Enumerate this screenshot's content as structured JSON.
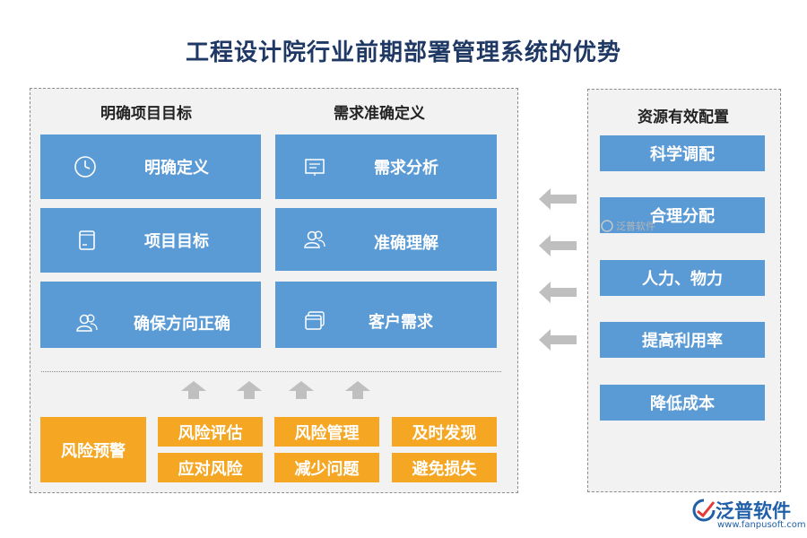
{
  "title": "工程设计院行业前期部署管理系统的优势",
  "left": {
    "col1_head": "明确项目目标",
    "col2_head": "需求准确定义",
    "col1_items": [
      {
        "label": "明确定义",
        "icon": "clock-icon"
      },
      {
        "label": "项目目标",
        "icon": "document-icon"
      },
      {
        "label": "确保方向正确",
        "icon": "users-icon"
      }
    ],
    "col2_items": [
      {
        "label": "需求分析",
        "icon": "presentation-icon"
      },
      {
        "label": "准确理解",
        "icon": "users-icon"
      },
      {
        "label": "客户需求",
        "icon": "window-icon"
      }
    ],
    "risk": {
      "main": "风险预警",
      "grid": [
        "风险评估",
        "风险管理",
        "及时发现",
        "应对风险",
        "减少问题",
        "避免损失"
      ]
    }
  },
  "right": {
    "head": "资源有效配置",
    "items": [
      "科学调配",
      "合理分配",
      "人力、物力",
      "提高利用率",
      "降低成本"
    ]
  },
  "watermark": "泛普软件",
  "brand": {
    "name": "泛普软件",
    "url": "www.fanpusoft.com"
  },
  "colors": {
    "title": "#1f3864",
    "card": "#5b9bd5",
    "orange": "#f5a623",
    "arrow": "#bfbfbf"
  }
}
